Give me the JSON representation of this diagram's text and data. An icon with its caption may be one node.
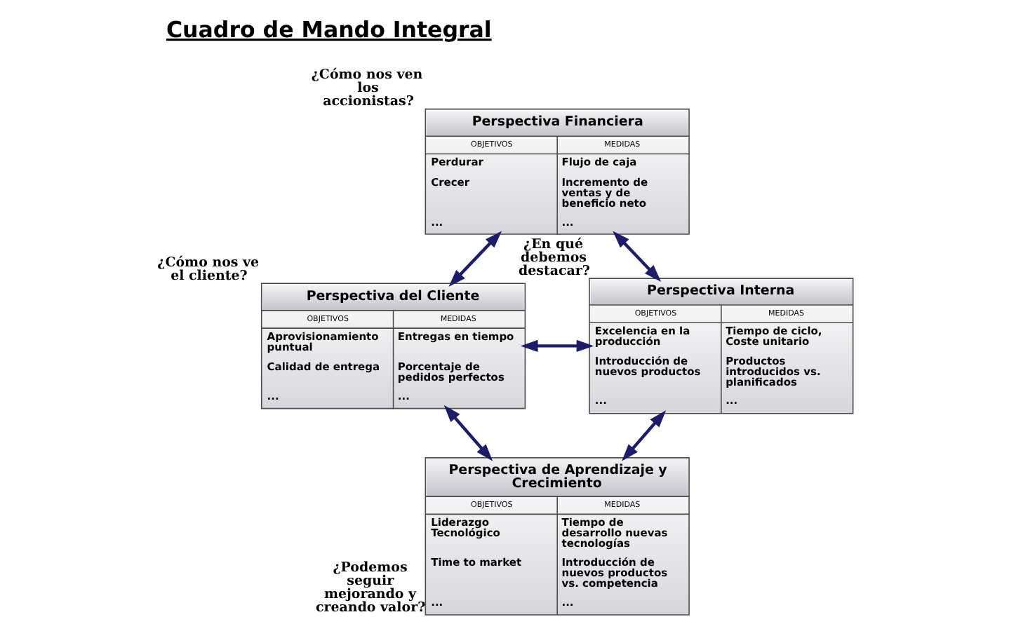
{
  "diagram": {
    "title": "Cuadro de Mando Integral",
    "nodes": [
      {
        "text": [
          "Perspectiva Financiera",
          "OBJETIVOS",
          "MEDIDAS",
          "Perdurar",
          "Flujo de caja",
          "Crecer",
          "Incremento de ventas y de beneficio neto",
          "...",
          "..."
        ],
        "beside": [
          "¿Cómo nos ven los accionistas?"
        ]
      },
      {
        "text": [
          "Perspectiva del Cliente",
          "OBJETIVOS",
          "MEDIDAS",
          "Aprovisionamiento puntual",
          "Entregas en tiempo",
          "Calidad de entrega",
          "Porcentaje de pedidos perfectos",
          "...",
          "..."
        ],
        "beside": [
          "¿Cómo nos ve el cliente?"
        ]
      },
      {
        "text": [
          "Perspectiva Interna",
          "OBJETIVOS",
          "MEDIDAS",
          "Excelencia en la producción",
          "Tiempo de ciclo, Coste unitario",
          "Introducción de nuevos productos",
          "Productos introducidos vs. planificados",
          "...",
          "..."
        ],
        "beside": [
          "¿En qué debemos destacar?"
        ]
      },
      {
        "text": [
          "Perspectiva de Aprendizaje y Crecimiento",
          "OBJETIVOS",
          "MEDIDAS",
          "Liderazgo Tecnológico",
          "Tiempo de desarrollo nuevas tecnologías",
          "Time to market",
          "Introducción de nuevos productos vs. competencia",
          "...",
          "..."
        ],
        "beside": [
          "¿Podemos seguir mejorando y creando valor?"
        ]
      }
    ],
    "edges": [
      {
        "from": 0,
        "to": 1,
        "arrow": "both"
      },
      {
        "from": 0,
        "to": 2,
        "arrow": "both"
      },
      {
        "from": 1,
        "to": 2,
        "arrow": "both"
      },
      {
        "from": 1,
        "to": 3,
        "arrow": "both"
      },
      {
        "from": 2,
        "to": 3,
        "arrow": "both"
      }
    ]
  }
}
